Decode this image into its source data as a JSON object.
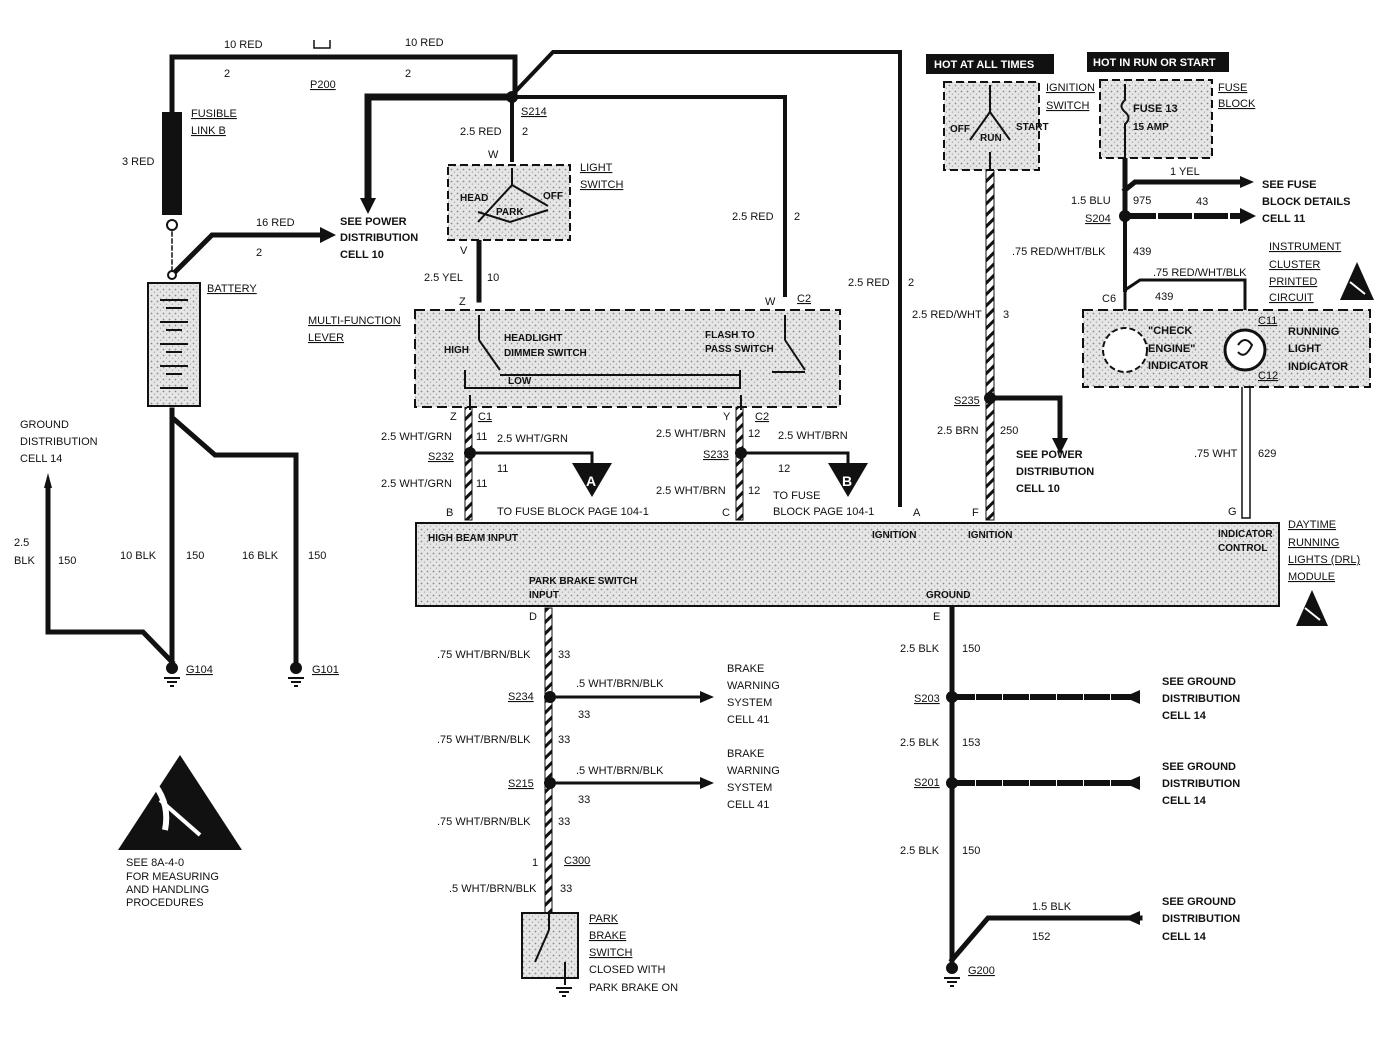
{
  "connectors": {
    "a": "A",
    "b": "B"
  },
  "headers": {
    "hot_at_all_times": "HOT AT ALL TIMES",
    "hot_in_run": "HOT IN RUN OR START"
  },
  "labels": [
    {
      "id": "w-10red-1",
      "t": "10 RED"
    },
    {
      "id": "w-10red-2",
      "t": "10 RED"
    },
    {
      "id": "c-2a",
      "t": "2"
    },
    {
      "id": "c-2b",
      "t": "2"
    },
    {
      "id": "p200",
      "t": "P200"
    },
    {
      "id": "fusible1",
      "t": "FUSIBLE"
    },
    {
      "id": "fusible2",
      "t": "LINK B"
    },
    {
      "id": "w-3red",
      "t": "3 RED"
    },
    {
      "id": "w-16red",
      "t": "16 RED"
    },
    {
      "id": "c-2c",
      "t": "2"
    },
    {
      "id": "see-power-1a",
      "t": "SEE POWER"
    },
    {
      "id": "see-power-1b",
      "t": "DISTRIBUTION"
    },
    {
      "id": "see-power-1c",
      "t": "CELL 10"
    },
    {
      "id": "battery",
      "t": "BATTERY"
    },
    {
      "id": "w-25red-s214",
      "t": "2.5 RED"
    },
    {
      "id": "c-2d",
      "t": "2"
    },
    {
      "id": "s214",
      "t": "S214"
    },
    {
      "id": "pin-w",
      "t": "W"
    },
    {
      "id": "light-sw-1",
      "t": "LIGHT"
    },
    {
      "id": "light-sw-2",
      "t": "SWITCH"
    },
    {
      "id": "head",
      "t": "HEAD"
    },
    {
      "id": "park",
      "t": "PARK"
    },
    {
      "id": "off",
      "t": "OFF"
    },
    {
      "id": "pin-v",
      "t": "V"
    },
    {
      "id": "w-25yel",
      "t": "2.5 YEL"
    },
    {
      "id": "c-10",
      "t": "10"
    },
    {
      "id": "w-25red-c2",
      "t": "2.5 RED"
    },
    {
      "id": "c-2e",
      "t": "2"
    },
    {
      "id": "w-25red-a",
      "t": "2.5 RED"
    },
    {
      "id": "c-2f",
      "t": "2"
    },
    {
      "id": "mfl-1",
      "t": "MULTI-FUNCTION"
    },
    {
      "id": "mfl-2",
      "t": "LEVER"
    },
    {
      "id": "pin-z",
      "t": "Z"
    },
    {
      "id": "pin-w2",
      "t": "W"
    },
    {
      "id": "c2-top",
      "t": "C2"
    },
    {
      "id": "hds-1",
      "t": "HEADLIGHT"
    },
    {
      "id": "hds-2",
      "t": "DIMMER SWITCH"
    },
    {
      "id": "high",
      "t": "HIGH"
    },
    {
      "id": "low",
      "t": "LOW"
    },
    {
      "id": "ftp-1",
      "t": "FLASH TO"
    },
    {
      "id": "ftp-2",
      "t": "PASS SWITCH"
    },
    {
      "id": "pin-z2",
      "t": "Z"
    },
    {
      "id": "c1",
      "t": "C1"
    },
    {
      "id": "pin-y",
      "t": "Y"
    },
    {
      "id": "c2-bot",
      "t": "C2"
    },
    {
      "id": "w-wg-1",
      "t": "2.5 WHT/GRN"
    },
    {
      "id": "c-11a",
      "t": "11"
    },
    {
      "id": "w-wg-2",
      "t": "2.5 WHT/GRN"
    },
    {
      "id": "s232",
      "t": "S232"
    },
    {
      "id": "c-11b",
      "t": "11"
    },
    {
      "id": "w-wg-3",
      "t": "2.5 WHT/GRN"
    },
    {
      "id": "c-11c",
      "t": "11"
    },
    {
      "id": "w-wb-1",
      "t": "2.5 WHT/BRN"
    },
    {
      "id": "c-12a",
      "t": "12"
    },
    {
      "id": "w-wb-2",
      "t": "2.5 WHT/BRN"
    },
    {
      "id": "s233",
      "t": "S233"
    },
    {
      "id": "c-12b",
      "t": "12"
    },
    {
      "id": "w-wb-3",
      "t": "2.5 WHT/BRN"
    },
    {
      "id": "c-12c",
      "t": "12"
    },
    {
      "id": "fuse-pg-1",
      "t": "TO FUSE BLOCK PAGE 104-1"
    },
    {
      "id": "fuse-pg-2a",
      "t": "TO FUSE"
    },
    {
      "id": "fuse-pg-2b",
      "t": "BLOCK PAGE 104-1"
    },
    {
      "id": "pin-b",
      "t": "B"
    },
    {
      "id": "pin-c",
      "t": "C"
    },
    {
      "id": "pin-a",
      "t": "A"
    },
    {
      "id": "pin-f",
      "t": "F"
    },
    {
      "id": "pin-g",
      "t": "G"
    },
    {
      "id": "gd-1",
      "t": "GROUND"
    },
    {
      "id": "gd-2",
      "t": "DISTRIBUTION"
    },
    {
      "id": "gd-3",
      "t": "CELL 14"
    },
    {
      "id": "w-25blk",
      "t": "2.5"
    },
    {
      "id": "w-25blk-b",
      "t": "BLK"
    },
    {
      "id": "c-150a",
      "t": "150"
    },
    {
      "id": "w-10blk",
      "t": "10 BLK"
    },
    {
      "id": "c-150b",
      "t": "150"
    },
    {
      "id": "w-16blk",
      "t": "16 BLK"
    },
    {
      "id": "c-150c",
      "t": "150"
    },
    {
      "id": "g104",
      "t": "G104"
    },
    {
      "id": "g101",
      "t": "G101"
    },
    {
      "id": "esd-1",
      "t": "SEE 8A-4-0"
    },
    {
      "id": "esd-2",
      "t": "FOR MEASURING"
    },
    {
      "id": "esd-3",
      "t": "AND HANDLING"
    },
    {
      "id": "esd-4",
      "t": "PROCEDURES"
    },
    {
      "id": "ign-1",
      "t": "IGNITION"
    },
    {
      "id": "ign-2",
      "t": "SWITCH"
    },
    {
      "id": "ign-off",
      "t": "OFF"
    },
    {
      "id": "ign-run",
      "t": "RUN"
    },
    {
      "id": "ign-start",
      "t": "START"
    },
    {
      "id": "w-25rw",
      "t": "2.5 RED/WHT"
    },
    {
      "id": "c-3",
      "t": "3"
    },
    {
      "id": "s235",
      "t": "S235"
    },
    {
      "id": "w-25brn",
      "t": "2.5 BRN"
    },
    {
      "id": "c-250",
      "t": "250"
    },
    {
      "id": "see-power-2a",
      "t": "SEE POWER"
    },
    {
      "id": "see-power-2b",
      "t": "DISTRIBUTION"
    },
    {
      "id": "see-power-2c",
      "t": "CELL 10"
    },
    {
      "id": "fuse13",
      "t": "FUSE 13"
    },
    {
      "id": "fuse15a",
      "t": "15 AMP"
    },
    {
      "id": "fb-1",
      "t": "FUSE"
    },
    {
      "id": "fb-2",
      "t": "BLOCK"
    },
    {
      "id": "w-1yel",
      "t": "1 YEL"
    },
    {
      "id": "w-15blu",
      "t": "1.5 BLU"
    },
    {
      "id": "c-975",
      "t": "975"
    },
    {
      "id": "c-43",
      "t": "43"
    },
    {
      "id": "s204",
      "t": "S204"
    },
    {
      "id": "sfb-1",
      "t": "SEE FUSE"
    },
    {
      "id": "sfb-2",
      "t": "BLOCK DETAILS"
    },
    {
      "id": "sfb-3",
      "t": "CELL 11"
    },
    {
      "id": "w-75rwb-1",
      "t": ".75 RED/WHT/BLK"
    },
    {
      "id": "c-439a",
      "t": "439"
    },
    {
      "id": "w-75rwb-2",
      "t": ".75 RED/WHT/BLK"
    },
    {
      "id": "c-439b",
      "t": "439"
    },
    {
      "id": "ic-1",
      "t": "INSTRUMENT"
    },
    {
      "id": "ic-2",
      "t": "CLUSTER"
    },
    {
      "id": "ic-3",
      "t": "PRINTED"
    },
    {
      "id": "ic-4",
      "t": "CIRCUIT"
    },
    {
      "id": "c6",
      "t": "C6"
    },
    {
      "id": "c11",
      "t": "C11"
    },
    {
      "id": "c12",
      "t": "C12"
    },
    {
      "id": "ce-1",
      "t": "\"CHECK"
    },
    {
      "id": "ce-2",
      "t": "ENGINE\""
    },
    {
      "id": "ce-3",
      "t": "INDICATOR"
    },
    {
      "id": "rl-1",
      "t": "RUNNING"
    },
    {
      "id": "rl-2",
      "t": "LIGHT"
    },
    {
      "id": "rl-3",
      "t": "INDICATOR"
    },
    {
      "id": "w-75wht",
      "t": ".75 WHT"
    },
    {
      "id": "c-629",
      "t": "629"
    },
    {
      "id": "drl-hb",
      "t": "HIGH BEAM INPUT"
    },
    {
      "id": "drl-ign1",
      "t": "IGNITION"
    },
    {
      "id": "drl-ign2",
      "t": "IGNITION"
    },
    {
      "id": "drl-ic-1",
      "t": "INDICATOR"
    },
    {
      "id": "drl-ic-2",
      "t": "CONTROL"
    },
    {
      "id": "drl-pb-1",
      "t": "PARK BRAKE SWITCH"
    },
    {
      "id": "drl-pb-2",
      "t": "INPUT"
    },
    {
      "id": "drl-gnd",
      "t": "GROUND"
    },
    {
      "id": "drl-1",
      "t": "DAYTIME"
    },
    {
      "id": "drl-2",
      "t": "RUNNING"
    },
    {
      "id": "drl-3",
      "t": "LIGHTS (DRL)"
    },
    {
      "id": "drl-4",
      "t": "MODULE"
    },
    {
      "id": "pin-d",
      "t": "D"
    },
    {
      "id": "pin-e",
      "t": "E"
    },
    {
      "id": "w-wbb-1",
      "t": ".75 WHT/BRN/BLK"
    },
    {
      "id": "c-33a",
      "t": "33"
    },
    {
      "id": "s234",
      "t": "S234"
    },
    {
      "id": "w-wbb-2",
      "t": ".5 WHT/BRN/BLK"
    },
    {
      "id": "c-33b",
      "t": "33"
    },
    {
      "id": "bws-1a",
      "t": "BRAKE"
    },
    {
      "id": "bws-1b",
      "t": "WARNING"
    },
    {
      "id": "bws-1c",
      "t": "SYSTEM"
    },
    {
      "id": "bws-1d",
      "t": "CELL 41"
    },
    {
      "id": "w-wbb-3",
      "t": ".75 WHT/BRN/BLK"
    },
    {
      "id": "c-33c",
      "t": "33"
    },
    {
      "id": "s215",
      "t": "S215"
    },
    {
      "id": "w-wbb-4",
      "t": ".5 WHT/BRN/BLK"
    },
    {
      "id": "c-33d",
      "t": "33"
    },
    {
      "id": "bws-2a",
      "t": "BRAKE"
    },
    {
      "id": "bws-2b",
      "t": "WARNING"
    },
    {
      "id": "bws-2c",
      "t": "SYSTEM"
    },
    {
      "id": "bws-2d",
      "t": "CELL 41"
    },
    {
      "id": "w-wbb-5",
      "t": ".75 WHT/BRN/BLK"
    },
    {
      "id": "c-33e",
      "t": "33"
    },
    {
      "id": "c-1",
      "t": "1"
    },
    {
      "id": "c300",
      "t": "C300"
    },
    {
      "id": "w-wbb-6",
      "t": ".5 WHT/BRN/BLK"
    },
    {
      "id": "c-33f",
      "t": "33"
    },
    {
      "id": "pbs-1",
      "t": "PARK"
    },
    {
      "id": "pbs-2",
      "t": "BRAKE"
    },
    {
      "id": "pbs-3",
      "t": "SWITCH"
    },
    {
      "id": "pbs-4",
      "t": "CLOSED WITH"
    },
    {
      "id": "pbs-5",
      "t": "PARK  BRAKE ON"
    },
    {
      "id": "w-25blk-e",
      "t": "2.5 BLK"
    },
    {
      "id": "c-150d",
      "t": "150"
    },
    {
      "id": "s203",
      "t": "S203"
    },
    {
      "id": "w-25blk-f",
      "t": "2.5 BLK"
    },
    {
      "id": "c-153",
      "t": "153"
    },
    {
      "id": "s201",
      "t": "S201"
    },
    {
      "id": "w-25blk-g",
      "t": "2.5 BLK"
    },
    {
      "id": "c-150e",
      "t": "150"
    },
    {
      "id": "w-15blk",
      "t": "1.5 BLK"
    },
    {
      "id": "c-152",
      "t": "152"
    },
    {
      "id": "g200",
      "t": "G200"
    },
    {
      "id": "sgd-1a",
      "t": "SEE GROUND"
    },
    {
      "id": "sgd-1b",
      "t": "DISTRIBUTION"
    },
    {
      "id": "sgd-1c",
      "t": "CELL 14"
    },
    {
      "id": "sgd-2a",
      "t": "SEE GROUND"
    },
    {
      "id": "sgd-2b",
      "t": "DISTRIBUTION"
    },
    {
      "id": "sgd-2c",
      "t": "CELL 14"
    },
    {
      "id": "sgd-3a",
      "t": "SEE GROUND"
    },
    {
      "id": "sgd-3b",
      "t": "DISTRIBUTION"
    },
    {
      "id": "sgd-3c",
      "t": "CELL 14"
    }
  ]
}
